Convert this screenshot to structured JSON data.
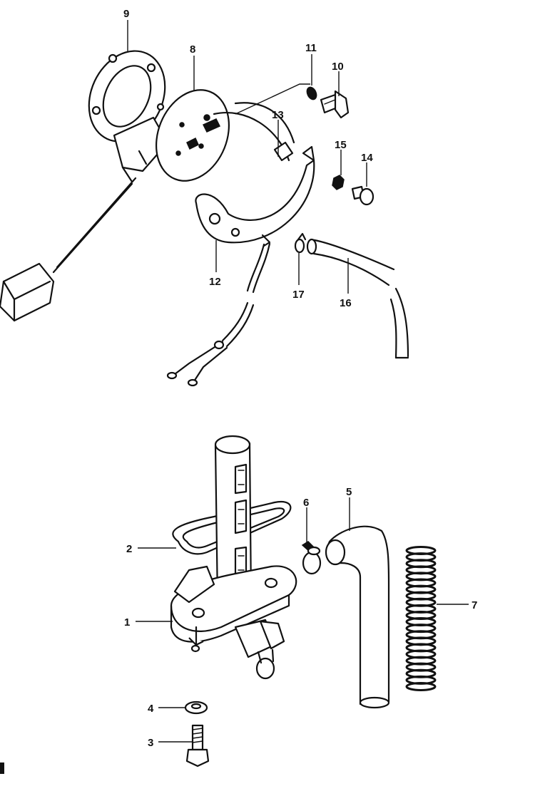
{
  "diagram": {
    "callouts": [
      {
        "id": "c9",
        "label": "9"
      },
      {
        "id": "c8",
        "label": "8"
      },
      {
        "id": "c11",
        "label": "11"
      },
      {
        "id": "c10",
        "label": "10"
      },
      {
        "id": "c13",
        "label": "13"
      },
      {
        "id": "c15",
        "label": "15"
      },
      {
        "id": "c14",
        "label": "14"
      },
      {
        "id": "c12",
        "label": "12"
      },
      {
        "id": "c17",
        "label": "17"
      },
      {
        "id": "c16",
        "label": "16"
      },
      {
        "id": "c6",
        "label": "6"
      },
      {
        "id": "c5",
        "label": "5"
      },
      {
        "id": "c2",
        "label": "2"
      },
      {
        "id": "c1",
        "label": "1"
      },
      {
        "id": "c7",
        "label": "7"
      },
      {
        "id": "c4",
        "label": "4"
      },
      {
        "id": "c3",
        "label": "3"
      }
    ]
  }
}
